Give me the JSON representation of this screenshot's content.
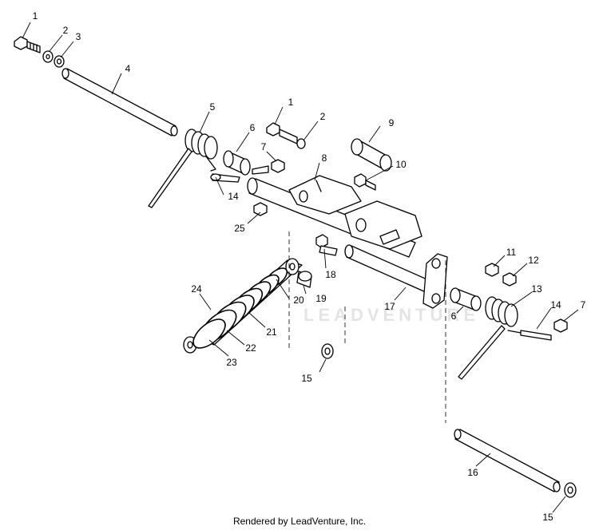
{
  "watermark": "LEADVENTURE",
  "footer": {
    "credit": "Rendered by LeadVenture, Inc."
  },
  "callouts": [
    "1",
    "2",
    "3",
    "4",
    "5",
    "6",
    "7",
    "8",
    "9",
    "10",
    "11",
    "12",
    "13",
    "14",
    "15",
    "16",
    "17",
    "18",
    "19",
    "20",
    "21",
    "22",
    "23",
    "24",
    "25"
  ]
}
